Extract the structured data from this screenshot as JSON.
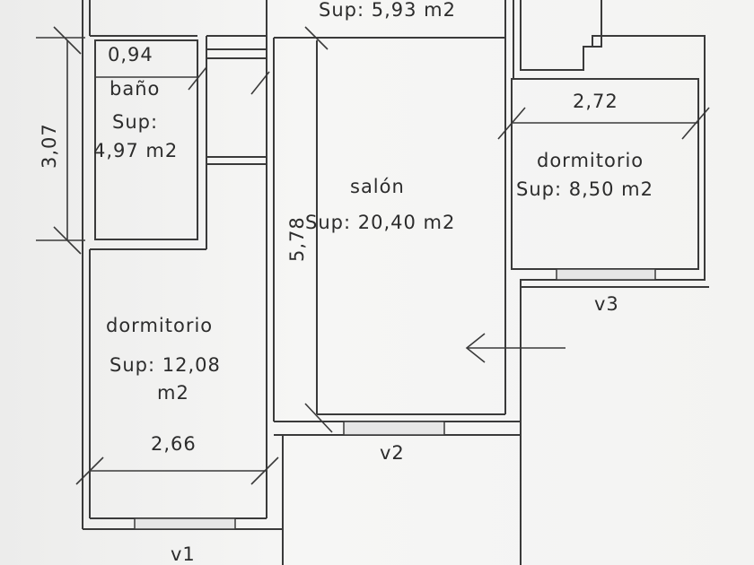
{
  "rooms": {
    "top_corridor": {
      "area": "Sup: 5,93 m2"
    },
    "bathroom": {
      "width": "0,94",
      "name": "baño",
      "area_label": "Sup:",
      "area_value": "4,97 m2",
      "height": "3,07"
    },
    "living_room": {
      "name": "salón",
      "area": "Sup: 20,40 m2",
      "height": "5,78"
    },
    "bedroom_right": {
      "width": "2,72",
      "name": "dormitorio",
      "area": "Sup: 8,50 m2",
      "window": "v3"
    },
    "bedroom_left": {
      "name": "dormitorio",
      "area_line1": "Sup: 12,08",
      "area_line2": "m2",
      "width": "2,66",
      "window": "v1"
    },
    "living_window": "v2"
  }
}
